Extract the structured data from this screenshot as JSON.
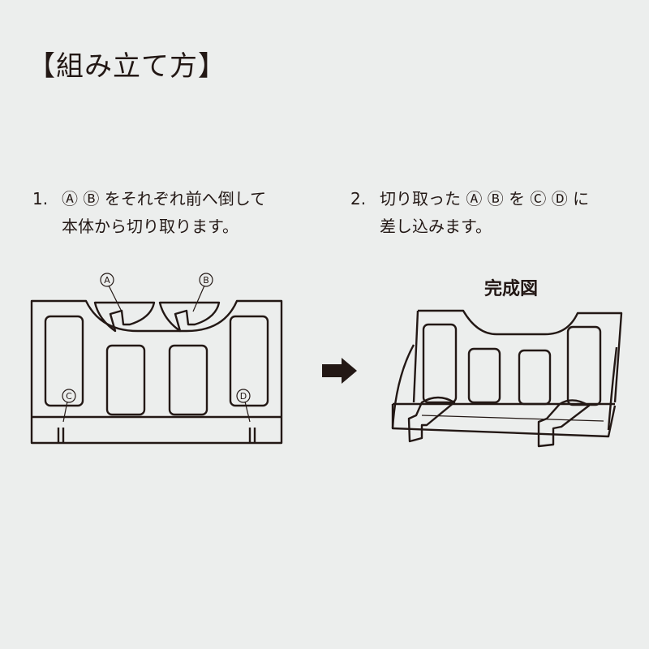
{
  "title": "【組み立て方】",
  "steps": [
    {
      "number": "1.",
      "line1": "Ⓐ Ⓑ をそれぞれ前へ倒して",
      "line2": "本体から切り取ります。"
    },
    {
      "number": "2.",
      "line1": "切り取った Ⓐ Ⓑ を Ⓒ Ⓓ に",
      "line2": "差し込みます。"
    }
  ],
  "labels": {
    "a": "A",
    "b": "B",
    "c": "C",
    "d": "D"
  },
  "complete_label": "完成図",
  "icons": {
    "arrow": "right-arrow-icon"
  },
  "colors": {
    "background": "#eceeed",
    "ink": "#231815"
  }
}
